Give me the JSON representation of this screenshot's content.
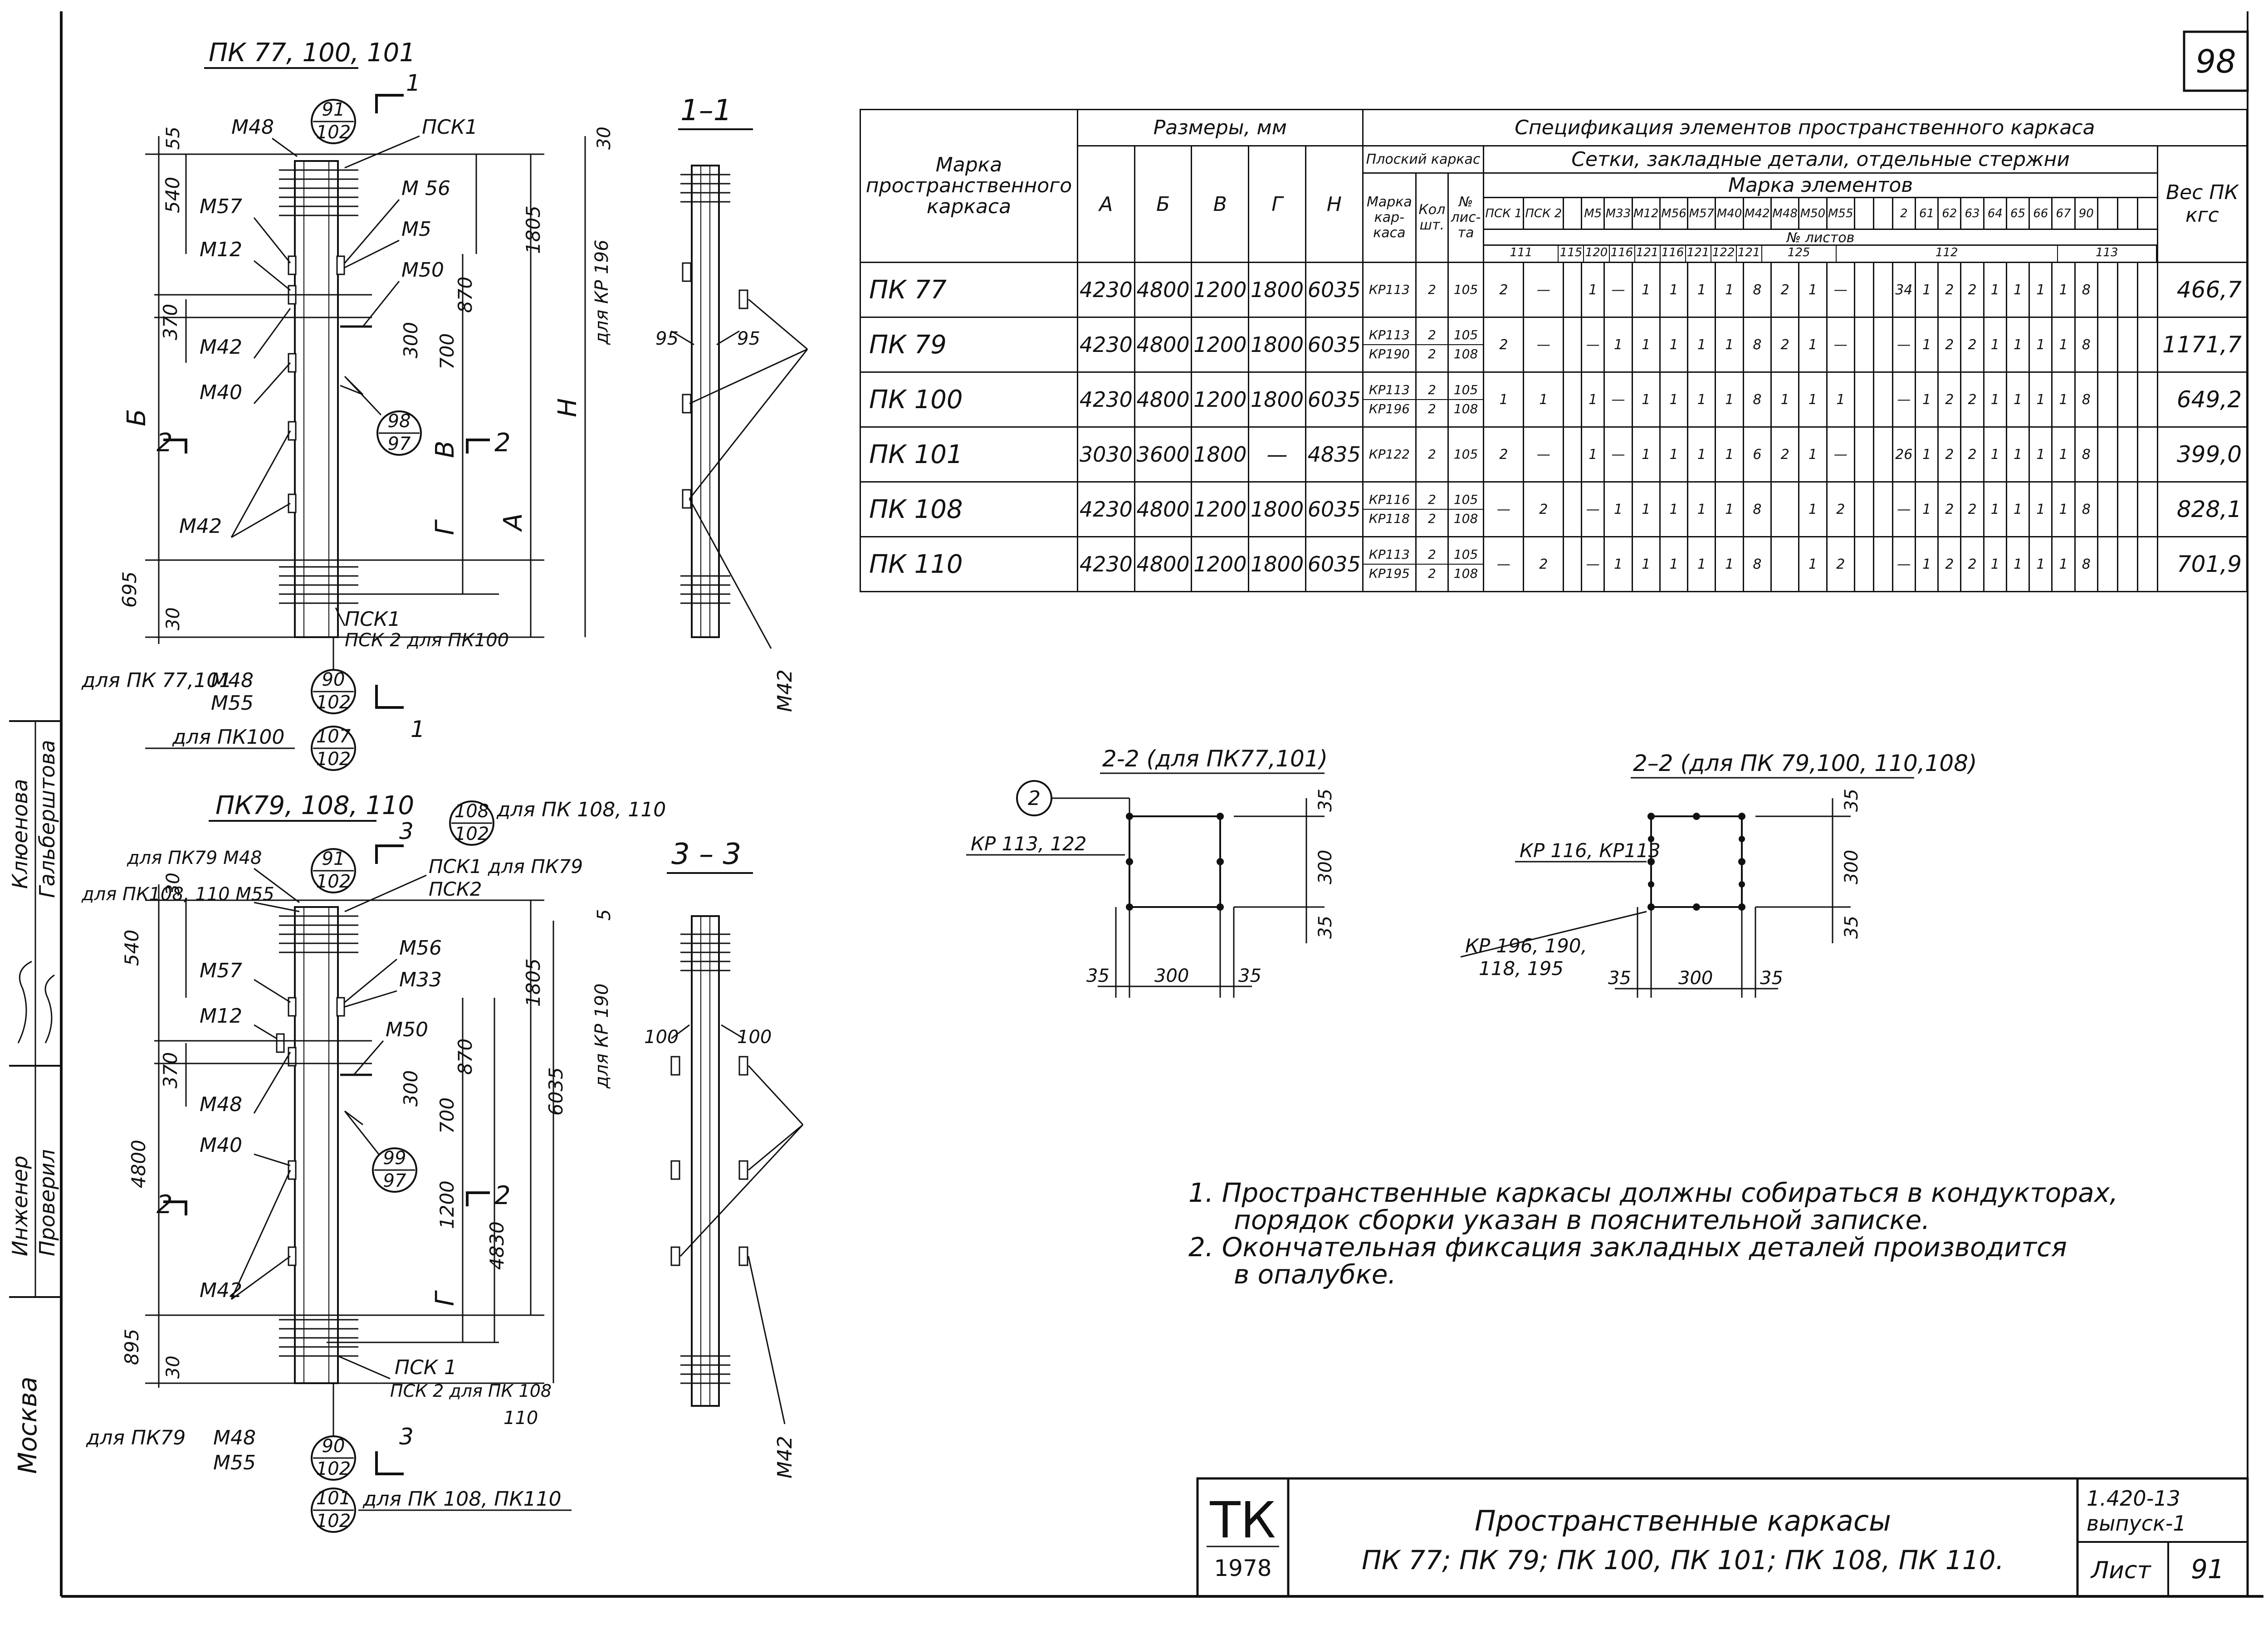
{
  "sheet": {
    "page_number": "98",
    "left_margin_labels": [
      "Инженер",
      "Проверил",
      "Клюенова",
      "Гальберштова",
      "Москва"
    ]
  },
  "drawing1": {
    "title": "ПК 77, 100, 101",
    "section_11": "1–1",
    "top_callout": [
      "91",
      "102"
    ],
    "cut_mark": "1",
    "bottom_callout_a": [
      "90",
      "102"
    ],
    "bottom_callout_b": [
      "107",
      "102"
    ],
    "mid_callout": [
      "98",
      "97"
    ],
    "labels": {
      "m48": "М48",
      "m57": "М57",
      "m12": "М12",
      "m42": "М42",
      "m40": "М40",
      "m42b": "М42",
      "pck1": "ПСК1",
      "m56": "М 56",
      "m5": "М5",
      "m50": "М50",
      "pck1b": "ПСК1",
      "pck2": "ПСК 2 для ПК100",
      "for_77_101": "для ПК 77,101",
      "m48b": "М48",
      "m55": "М55",
      "for_100": "для ПК100",
      "for_kp196": "для КР 196",
      "m42_side": "М42"
    },
    "dims": [
      "540",
      "370",
      "300",
      "700",
      "1805",
      "870",
      "695",
      "30",
      "30",
      "55",
      "Б",
      "В",
      "Г",
      "А",
      "Н",
      "2",
      "2",
      "95",
      "95"
    ]
  },
  "drawing2": {
    "title": "ПК79, 108, 110",
    "section_33": "3 – 3",
    "top_callout": [
      "91",
      "102"
    ],
    "for_108_110_callout": [
      "108",
      "102"
    ],
    "for_108_110": "для ПК 108, 110",
    "cut_mark": "3",
    "bottom_callout_a": [
      "90",
      "102"
    ],
    "bottom_callout_b": [
      "101",
      "102"
    ],
    "mid_callout": [
      "99",
      "97"
    ],
    "labels": {
      "for79_m48": "для ПК79  М48",
      "for108_m55": "для ПК108, 110  М55",
      "pck1_for79": "ПСК1  для ПК79",
      "pck2": "ПСК2",
      "m56": "М56",
      "m33": "М33",
      "m57": "М57",
      "m12": "М12",
      "m50": "М50",
      "m48": "М48",
      "m40": "М40",
      "m42": "М42",
      "pck1b": "ПСК 1",
      "pck2b": "ПСК 2 для ПК 108",
      "for79": "для ПК79",
      "m48b": "М48",
      "m55": "М55",
      "for108_110": "для ПК 108, ПК110",
      "for_kp190": "для КР 190",
      "m42_side": "М42",
      "n110": "110"
    },
    "dims": [
      "540",
      "30",
      "370",
      "300",
      "1805",
      "870",
      "700",
      "6035",
      "4800",
      "1200",
      "4830",
      "895",
      "30",
      "5",
      "Г",
      "2",
      "2",
      "100",
      "100"
    ]
  },
  "sections": {
    "s22a_title": "2-2 (для ПК77,101)",
    "s22a_kp": "КР 113, 122",
    "s22a_circle": "2",
    "s22a_dims": [
      "35",
      "300",
      "35",
      "35",
      "300",
      "35"
    ],
    "s22b_title": "2–2 (для ПК 79,100, 110,108)",
    "s22b_kp1": "КР 116, КР113",
    "s22b_kp2": "КР 196, 190,",
    "s22b_kp3": "118, 195",
    "s22b_dims": [
      "35",
      "300",
      "35",
      "35",
      "300",
      "35"
    ]
  },
  "notes": {
    "n1a": "1.  Пространственные каркасы должны собираться в кондукторах,",
    "n1b": "порядок сборки указан в пояснительной записке.",
    "n2a": "2.  Окончательная фиксация закладных деталей производится",
    "n2b": "в опалубке."
  },
  "title_block": {
    "logo": "ТК",
    "year": "1978",
    "title_line1": "Пространственные   каркасы",
    "title_line2": "ПК 77; ПК 79; ПК 100, ПК 101; ПК 108, ПК 110.",
    "series": "1.420-13",
    "issue": "выпуск-1",
    "sheet_label": "Лист",
    "sheet_number": "91"
  },
  "table": {
    "h_mark": "Марка пространственного каркаса",
    "h_dims": "Размеры, мм",
    "h_spec": "Спецификация элементов пространственного каркаса",
    "h_flat": "Плоский каркас",
    "h_meshes": "Сетки, закладные детали, отдельные стержни",
    "h_elem_mark": "Марка   элементов",
    "h_sheets": "№   листов",
    "h_weight": "Вес ПК кгс",
    "dim_cols": [
      "А",
      "Б",
      "В",
      "Г",
      "Н"
    ],
    "flat_cols": [
      "Марка кар-каса",
      "Кол шт.",
      "№ лис-та"
    ],
    "elem_cols": [
      "ПСК 1",
      "ПСК 2",
      "",
      "М5",
      "М33",
      "М12",
      "М56",
      "М57",
      "М40",
      "М42",
      "М48",
      "М50",
      "М55",
      "",
      "",
      "2",
      "61",
      "62",
      "63",
      "64",
      "65",
      "66",
      "67",
      "90",
      "",
      "",
      ""
    ],
    "sheet_cols": [
      "111",
      "115",
      "120",
      "116",
      "121",
      "116",
      "121",
      "122",
      "121",
      "125",
      "112",
      "113"
    ],
    "rows": [
      {
        "mark": "ПК 77",
        "A": "4230",
        "B": "4800",
        "V": "1200",
        "G": "1800",
        "H": "6035",
        "kp": [
          "КР113"
        ],
        "qty": [
          "2"
        ],
        "sheet": [
          "105"
        ],
        "elems": [
          "2",
          "—",
          "",
          "1",
          "—",
          "1",
          "1",
          "1",
          "1",
          "8",
          "2",
          "1",
          "—",
          "",
          "",
          "34",
          "1",
          "2",
          "2",
          "1",
          "1",
          "1",
          "1",
          "8",
          "",
          "",
          ""
        ],
        "weight": "466,7"
      },
      {
        "mark": "ПК 79",
        "A": "4230",
        "B": "4800",
        "V": "1200",
        "G": "1800",
        "H": "6035",
        "kp": [
          "КР113",
          "КР190"
        ],
        "qty": [
          "2",
          "2"
        ],
        "sheet": [
          "105",
          "108"
        ],
        "elems": [
          "2",
          "—",
          "",
          "—",
          "1",
          "1",
          "1",
          "1",
          "1",
          "8",
          "2",
          "1",
          "—",
          "",
          "",
          "—",
          "1",
          "2",
          "2",
          "1",
          "1",
          "1",
          "1",
          "8",
          "",
          "",
          ""
        ],
        "weight": "1171,7"
      },
      {
        "mark": "ПК 100",
        "A": "4230",
        "B": "4800",
        "V": "1200",
        "G": "1800",
        "H": "6035",
        "kp": [
          "КР113",
          "КР196"
        ],
        "qty": [
          "2",
          "2"
        ],
        "sheet": [
          "105",
          "108"
        ],
        "elems": [
          "1",
          "1",
          "",
          "1",
          "—",
          "1",
          "1",
          "1",
          "1",
          "8",
          "1",
          "1",
          "1",
          "",
          "",
          "—",
          "1",
          "2",
          "2",
          "1",
          "1",
          "1",
          "1",
          "8",
          "",
          "",
          ""
        ],
        "weight": "649,2"
      },
      {
        "mark": "ПК 101",
        "A": "3030",
        "B": "3600",
        "V": "1800",
        "G": "—",
        "H": "4835",
        "kp": [
          "КР122"
        ],
        "qty": [
          "2"
        ],
        "sheet": [
          "105"
        ],
        "elems": [
          "2",
          "—",
          "",
          "1",
          "—",
          "1",
          "1",
          "1",
          "1",
          "6",
          "2",
          "1",
          "—",
          "",
          "",
          "26",
          "1",
          "2",
          "2",
          "1",
          "1",
          "1",
          "1",
          "8",
          "",
          "",
          ""
        ],
        "weight": "399,0"
      },
      {
        "mark": "ПК 108",
        "A": "4230",
        "B": "4800",
        "V": "1200",
        "G": "1800",
        "H": "6035",
        "kp": [
          "КР116",
          "КР118"
        ],
        "qty": [
          "2",
          "2"
        ],
        "sheet": [
          "105",
          "108"
        ],
        "elems": [
          "—",
          "2",
          "",
          "—",
          "1",
          "1",
          "1",
          "1",
          "1",
          "8",
          "",
          "1",
          "2",
          "",
          "",
          "—",
          "1",
          "2",
          "2",
          "1",
          "1",
          "1",
          "1",
          "8",
          "",
          "",
          ""
        ],
        "weight": "828,1"
      },
      {
        "mark": "ПК 110",
        "A": "4230",
        "B": "4800",
        "V": "1200",
        "G": "1800",
        "H": "6035",
        "kp": [
          "КР113",
          "КР195"
        ],
        "qty": [
          "2",
          "2"
        ],
        "sheet": [
          "105",
          "108"
        ],
        "elems": [
          "—",
          "2",
          "",
          "—",
          "1",
          "1",
          "1",
          "1",
          "1",
          "8",
          "",
          "1",
          "2",
          "",
          "",
          "—",
          "1",
          "2",
          "2",
          "1",
          "1",
          "1",
          "1",
          "8",
          "",
          "",
          ""
        ],
        "weight": "701,9"
      }
    ]
  }
}
